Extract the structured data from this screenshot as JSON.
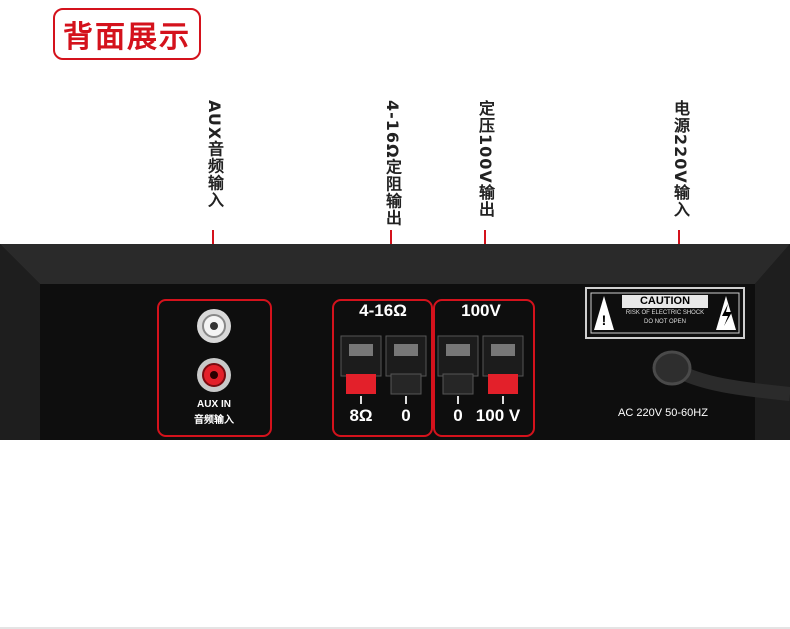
{
  "badge": {
    "title": "背面展示"
  },
  "callouts": {
    "aux": "AUX音频输入",
    "const_res": "4-16Ω定阻输出",
    "const_volt": "定压100V输出",
    "power": "电源220V输入"
  },
  "panel": {
    "aux_label_en": "AUX IN",
    "aux_label_cn": "音频输入",
    "res_range": "4-16Ω",
    "res_8": "8Ω",
    "res_0": "0",
    "volt_header": "100V",
    "volt_0": "0",
    "volt_100": "100 V",
    "caution_title": "CAUTION",
    "caution_line1": "RISK OF ELECTRIC SHOCK",
    "caution_line2": "DO NOT OPEN",
    "power_label": "AC 220V 50-60HZ"
  },
  "colors": {
    "accent_red": "#d4121c",
    "panel_black": "#111111"
  }
}
